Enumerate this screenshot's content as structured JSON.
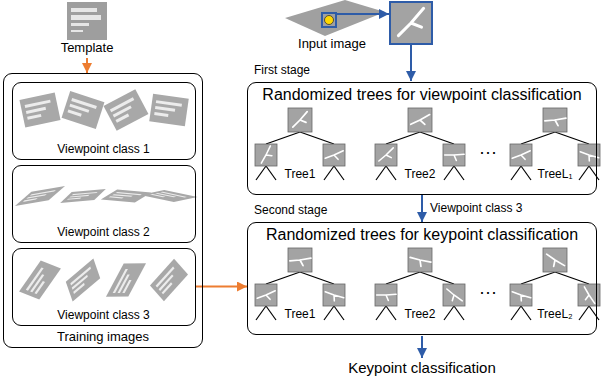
{
  "diagram": {
    "nodes": [
      {
        "text": [
          "Template"
        ]
      },
      {
        "text": [
          "Training images"
        ]
      },
      {
        "text": [
          "Viewpoint class 1"
        ],
        "in": 1
      },
      {
        "text": [
          "Viewpoint class 2"
        ],
        "in": 1
      },
      {
        "text": [
          "Viewpoint class 3"
        ],
        "in": 1
      },
      {
        "text": [
          "Input image"
        ]
      },
      {
        "text": [
          "First stage",
          "Randomized trees for viewpoint classification"
        ]
      },
      {
        "text": [
          "Second stage",
          "Randomized trees for keypoint classification"
        ]
      }
    ],
    "edges": [
      {
        "from": 0,
        "to": 1,
        "arrow": "to"
      },
      {
        "from": 4,
        "to": 7,
        "arrow": "to"
      },
      {
        "from": 6,
        "to": 7,
        "arrow": "to",
        "label": "Viewpoint class 3"
      }
    ],
    "labels": [
      "Tree1",
      "Tree2",
      "···",
      "TreeL₁",
      "Tree1",
      "Tree2",
      "···",
      "TreeL₂",
      "Keypoint classification"
    ]
  }
}
